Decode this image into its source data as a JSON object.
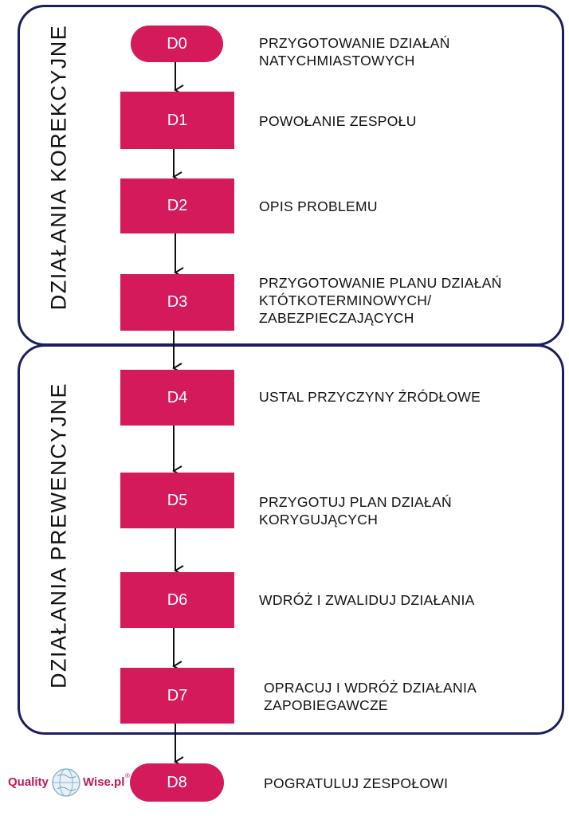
{
  "groups": {
    "corrective_label": "DZIAŁANIA KOREKCYJNE",
    "preventive_label": "DZIAŁANIA PREWENCYJNE"
  },
  "steps": [
    {
      "id": "D0",
      "text": "PRZYGOTOWANIE DZIAŁAŃ\n    NATYCHMIASTOWYCH"
    },
    {
      "id": "D1",
      "text": "POWOŁANIE ZESPOŁU"
    },
    {
      "id": "D2",
      "text": "OPIS PROBLEMU"
    },
    {
      "id": "D3",
      "text": "PRZYGOTOWANIE PLANU DZIAŁAŃ\nKTÓTKOTERMINOWYCH/\nZABEZPIECZAJĄCYCH"
    },
    {
      "id": "D4",
      "text": "USTAL PRZYCZYNY ŹRÓDŁOWE"
    },
    {
      "id": "D5",
      "text": "PRZYGOTUJ PLAN DZIAŁAŃ\nKORYGUJĄCYCH"
    },
    {
      "id": "D6",
      "text": "WDRÓŻ I ZWALIDUJ DZIAŁANIA"
    },
    {
      "id": "D7",
      "text": "OPRACUJ I WDRÓŻ DZIAŁANIA\nZAPOBIEGAWCZE"
    },
    {
      "id": "D8",
      "text": "POGRATULUJ ZESPOŁOWI"
    }
  ],
  "logo": {
    "left_text": "Quality",
    "right_text": "Wise.pl",
    "mark": "®"
  },
  "colors": {
    "node": "#d41a5a",
    "frame": "#1c1f5e",
    "logo": "#c0185b"
  }
}
